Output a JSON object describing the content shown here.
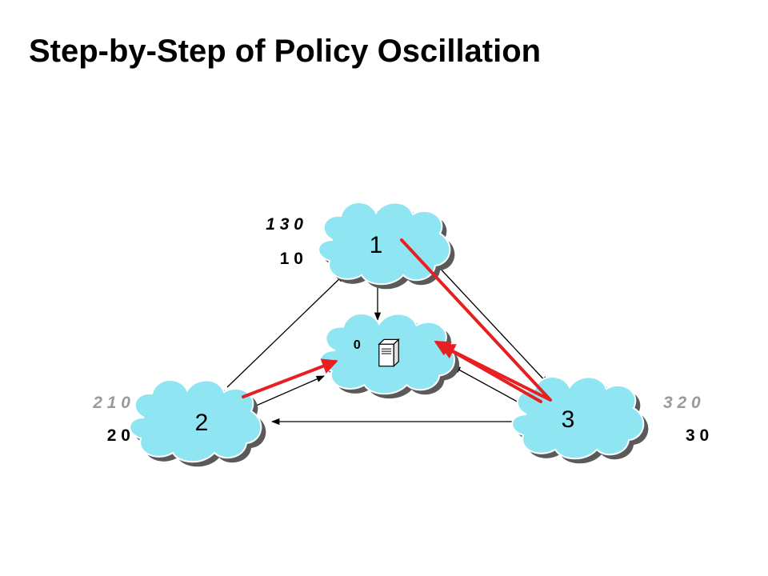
{
  "title": "Step-by-Step of Policy Oscillation",
  "colors": {
    "cloud_fill": "#8fe6f2",
    "cloud_shadow": "#5a5a5a",
    "edge": "#000000",
    "route": "#e62020",
    "grey_label": "#9a9a9a",
    "dark_label": "#000000"
  },
  "nodes": {
    "node_1": {
      "label": "1"
    },
    "node_2": {
      "label": "2"
    },
    "node_3": {
      "label": "3"
    },
    "destination": {
      "label": "0",
      "icon": "server-icon"
    }
  },
  "paths": {
    "node_1": {
      "preferred": "1 3 0",
      "direct": "1 0"
    },
    "node_2": {
      "preferred": "2 1 0",
      "direct": "2 0"
    },
    "node_3": {
      "preferred": "3 2 0",
      "direct": "3 0"
    }
  }
}
